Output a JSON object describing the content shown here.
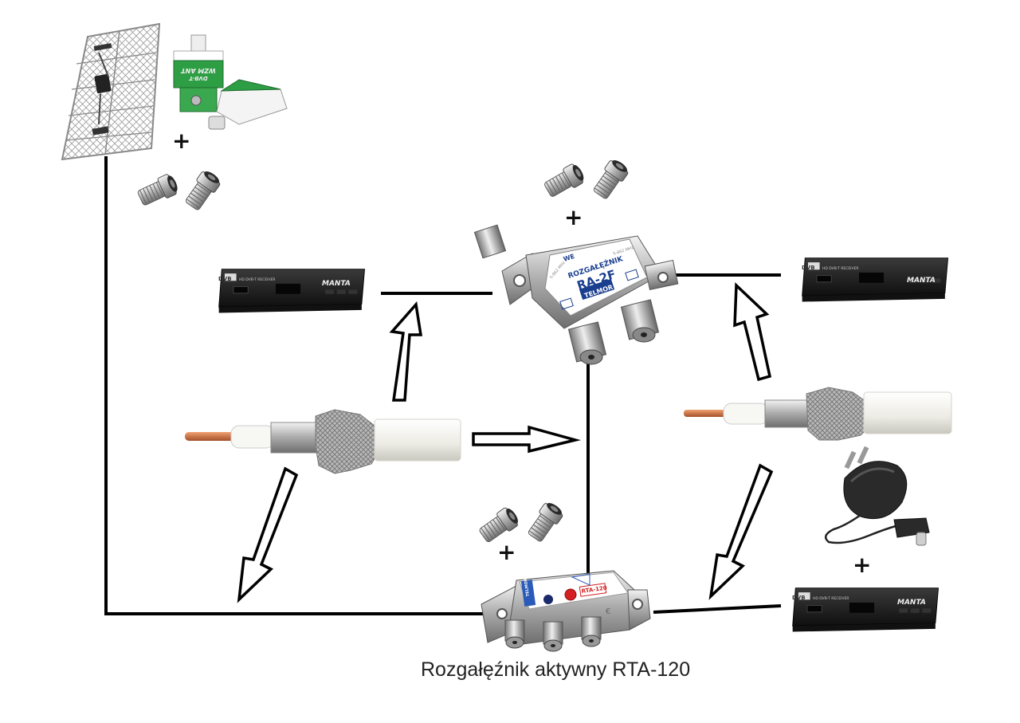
{
  "caption": "Rozgałęźnik aktywny RTA-120",
  "devices": {
    "splitter_top": {
      "brand": "ROZGAŁĘŹNIK",
      "model": "RA-2F",
      "maker": "TELMOR",
      "port_we": "WE",
      "freq_left": "5-862 MHz",
      "freq_right": "5-862 MHz"
    },
    "splitter_active": {
      "model": "RTA-120",
      "brand": "TELMOR"
    },
    "receiver": {
      "brand": "MANTA",
      "label": "HD DVB-T RECEIVER",
      "dvb": "DVB"
    },
    "amplifier": {
      "line1": "WZM ANT",
      "line2": "DVB-T"
    }
  },
  "symbols": {
    "plus": "+"
  },
  "colors": {
    "line": "#000000",
    "splitter_label": "#1a3f8f",
    "amplifier_green": "#2e9e45",
    "receiver_body": "#1c1c1c",
    "cable_jacket": "#efeee8",
    "copper": "#c86a3a"
  }
}
